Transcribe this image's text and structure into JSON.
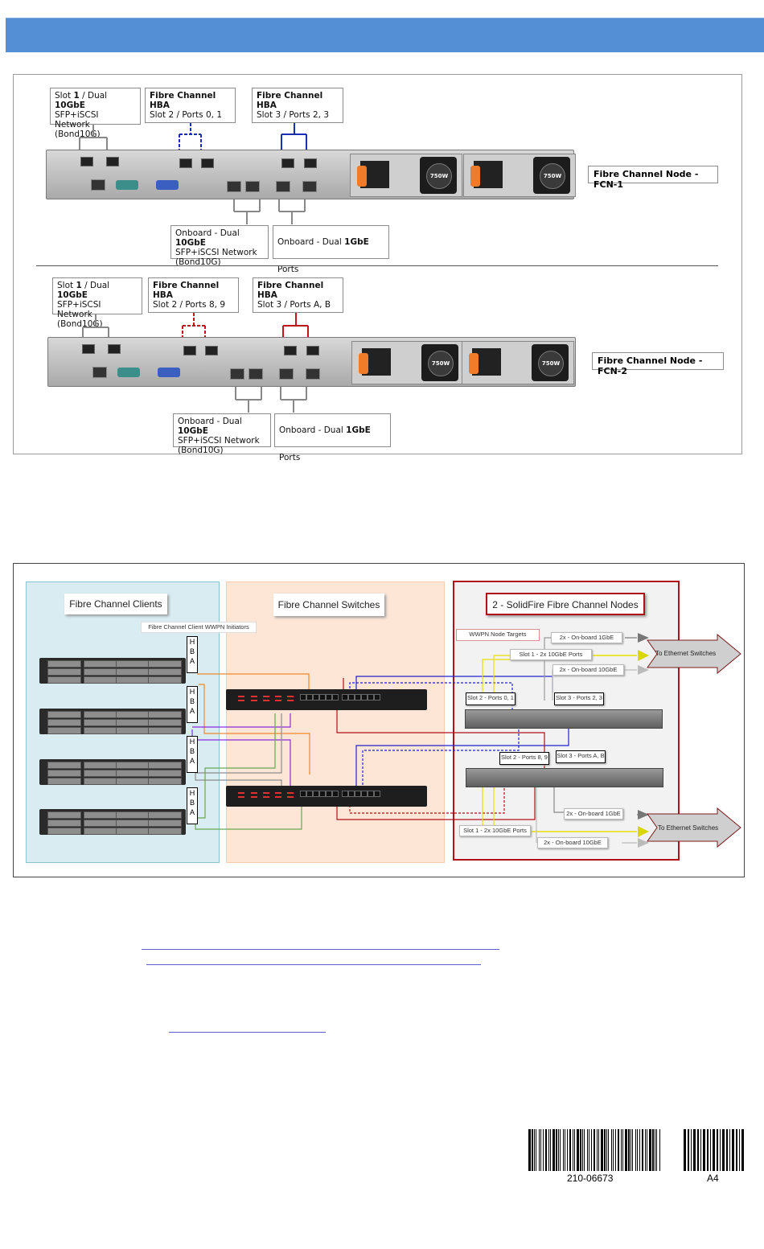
{
  "header": {
    "banner_color": "#548ed4"
  },
  "figure1": {
    "nodes": [
      {
        "name": "Fibre Channel Node - FCN-1",
        "slot1": {
          "line1_pre": "Slot ",
          "line1_b1": "1",
          "line1_mid": " / Dual ",
          "line1_b2": "10GbE",
          "line2": "SFP+iSCSI Network",
          "line3": "(Bond10G)"
        },
        "slot2": {
          "title": "Fibre Channel HBA",
          "sub": "Slot 2 / Ports 0, 1"
        },
        "slot3": {
          "title": "Fibre Channel HBA",
          "sub": "Slot 3 / Ports 2, 3"
        },
        "onboard10": {
          "line1_pre": "Onboard - Dual ",
          "line1_b": "10GbE",
          "line2": "SFP+iSCSI Network",
          "line3": "(Bond10G)"
        },
        "onboard1": {
          "pre": "Onboard - Dual ",
          "b": "1GbE",
          "post": " Ports"
        },
        "psu_label": "750W",
        "hba_color": "#1a2fb8"
      },
      {
        "name": "Fibre Channel Node - FCN-2",
        "slot1": {
          "line1_pre": "Slot ",
          "line1_b1": "1",
          "line1_mid": " / Dual ",
          "line1_b2": "10GbE",
          "line2": "SFP+iSCSI Network",
          "line3": "(Bond10G)"
        },
        "slot2": {
          "title": "Fibre Channel HBA",
          "sub": "Slot 2 / Ports 8, 9"
        },
        "slot3": {
          "title": "Fibre Channel HBA",
          "sub": "Slot 3 / Ports A, B"
        },
        "onboard10": {
          "line1_pre": "Onboard - Dual ",
          "line1_b": "10GbE",
          "line2": "SFP+iSCSI Network",
          "line3": "(Bond10G)"
        },
        "onboard1": {
          "pre": "Onboard - Dual ",
          "b": "1GbE",
          "post": " Ports"
        },
        "psu_label": "750W",
        "hba_color": "#c0161c"
      }
    ]
  },
  "figure2": {
    "zones": {
      "clients": {
        "title": "Fibre Channel Clients",
        "sublabel": "Fibre Channel Client WWPN Initiators",
        "hba_letters": [
          "H",
          "B",
          "A"
        ],
        "color": "#d8ecf2"
      },
      "switches": {
        "title": "Fibre Channel Switches",
        "color": "#fde6d6"
      },
      "nodes": {
        "title": "2 - SolidFire Fibre Channel Nodes",
        "sublabel": "WWPN Node Targets",
        "border": "#b0111a"
      }
    },
    "node_top": {
      "onboard1": "2x - On-board  1GbE",
      "slot1": "Slot 1 - 2x 10GbE Ports",
      "onboard10": "2x - On-board  10GbE",
      "slot2": "Slot 2 - Ports 0, 1",
      "slot3": "Slot 3 - Ports 2, 3"
    },
    "node_bottom": {
      "slot2": "Slot 2 - Ports 8, 9",
      "slot3": "Slot 3 - Ports A, B",
      "onboard1": "2x - On-board  1GbE",
      "slot1": "Slot 1 - 2x 10GbE Ports",
      "onboard10": "2x - On-board  10GbE"
    },
    "arrow_label_top": "To Ethernet Switches",
    "arrow_label_bottom": "To Ethernet Switches",
    "cable_colors": {
      "orange": "#f0892a",
      "purple": "#8a2be2",
      "gray": "#8c8c8c",
      "green": "#6aa84f",
      "blue": "#2222cc",
      "red": "#b0111a",
      "yellow": "#e8e000"
    }
  },
  "links": [
    {
      "text": ""
    },
    {
      "text": ""
    },
    {
      "text": ""
    }
  ],
  "barcodes": [
    {
      "value": "210-06673"
    },
    {
      "value": "A4"
    }
  ]
}
